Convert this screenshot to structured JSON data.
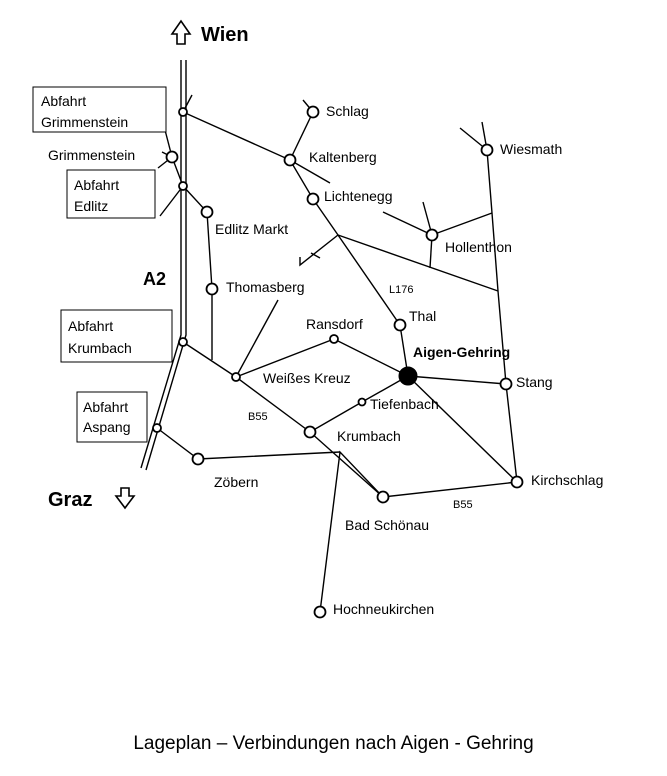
{
  "map": {
    "north_label": "Wien",
    "south_label": "Graz",
    "motorway_label": "A2",
    "exits": [
      {
        "line1": "Abfahrt",
        "line2": "Grimmenstein"
      },
      {
        "line1": "Abfahrt",
        "line2": "Edlitz"
      },
      {
        "line1": "Abfahrt",
        "line2": "Krumbach"
      },
      {
        "line1": "Abfahrt",
        "line2": "Aspang"
      }
    ],
    "places": {
      "grimmenstein": "Grimmenstein",
      "schlag": "Schlag",
      "kaltenberg": "Kaltenberg",
      "wiesmath": "Wiesmath",
      "lichtenegg": "Lichtenegg",
      "edlitz_markt": "Edlitz Markt",
      "hollenthon": "Hollenthon",
      "thomasberg": "Thomasberg",
      "ransdorf": "Ransdorf",
      "thal": "Thal",
      "aigen_gehring": "Aigen-Gehring",
      "weisses_kreuz": "Weißes Kreuz",
      "stang": "Stang",
      "tiefenbach": "Tiefenbach",
      "krumbach": "Krumbach",
      "zoebern": "Zöbern",
      "kirchschlag": "Kirchschlag",
      "bad_schoenau": "Bad Schönau",
      "hochneukirchen": "Hochneukirchen"
    },
    "road_labels": {
      "l176": "L176",
      "b55_west": "B55",
      "b55_east": "B55"
    }
  },
  "caption": "Lageplan – Verbindungen nach Aigen - Gehring"
}
